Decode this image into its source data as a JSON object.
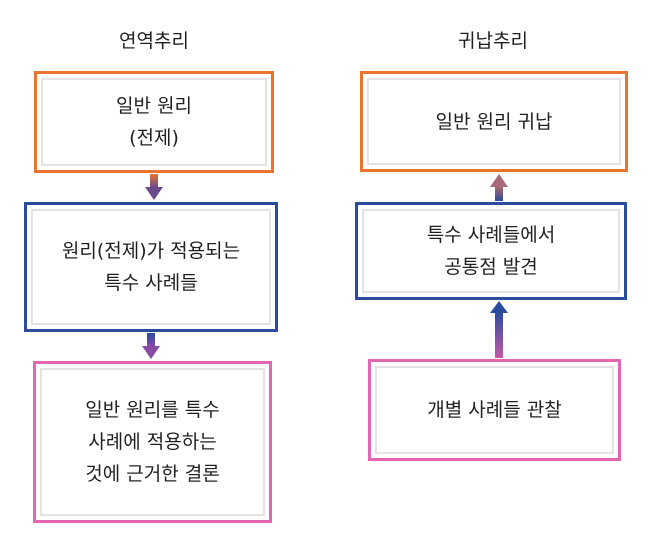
{
  "deductive": {
    "title": "연역추리",
    "premise": "일반 원리\n(전제)",
    "cases": "원리(전제)가 적용되는\n특수 사례들",
    "conclusion": "일반 원리를 특수\n사례에 적용하는\n것에 근거한 결론"
  },
  "inductive": {
    "title": "귀납추리",
    "generalization": "일반 원리 귀납",
    "common": "특수 사례들에서\n공통점 발견",
    "observation": "개별 사례들 관찰"
  },
  "colors": {
    "orange": "#e8742f",
    "blue": "#2a4c9c",
    "pink": "#e466b2"
  }
}
